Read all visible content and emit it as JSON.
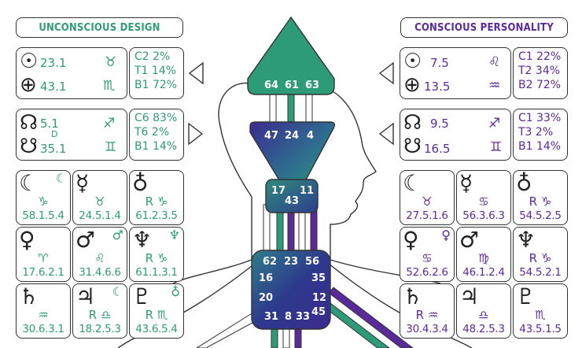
{
  "headers": {
    "design": "UNCONSCIOUS DESIGN",
    "personality": "CONSCIOUS PERSONALITY"
  },
  "design": {
    "sun": {
      "value": "23.1",
      "sign": "♉"
    },
    "earth": {
      "value": "43.1",
      "sign": "♏"
    },
    "node_n": {
      "value": "5.1",
      "sign": "♐"
    },
    "node_s": {
      "value": "35.1",
      "sign": "♊"
    },
    "node_mid": "D",
    "variables_top": [
      "C2 2%",
      "T1 14%",
      "B1 72%"
    ],
    "variables_bottom": [
      "C6 83%",
      "T6 2%",
      "B1 14%"
    ],
    "planets": [
      {
        "planet": "☾",
        "mini": "☾",
        "sign": "♑",
        "value": "58.1.5.4"
      },
      {
        "planet": "☿",
        "mini": "",
        "sign": "♉",
        "value": "24.5.1.4"
      },
      {
        "planet": "♁",
        "mini": "",
        "sign": "R ♑",
        "value": "61.2.3.5"
      },
      {
        "planet": "♀",
        "mini": "",
        "sign": "♈",
        "value": "17.6.2.1"
      },
      {
        "planet": "♂",
        "mini": "♂",
        "sign": "♌",
        "value": "31.4.6.6"
      },
      {
        "planet": "♆",
        "mini": "♆",
        "sign": "R ♑",
        "value": "61.1.3.1"
      },
      {
        "planet": "♄",
        "mini": "",
        "sign": "♒",
        "value": "30.6.3.1"
      },
      {
        "planet": "♃",
        "mini": "☾",
        "sign": "R ♎",
        "value": "18.2.5.3"
      },
      {
        "planet": "♇",
        "mini": "♁",
        "sign": "R ♏",
        "value": "43.6.5.4"
      }
    ]
  },
  "personality": {
    "sun": {
      "value": "7.5",
      "sign": "♌"
    },
    "earth": {
      "value": "13.5",
      "sign": "♒"
    },
    "node_n": {
      "value": "9.5",
      "sign": "♐"
    },
    "node_s": {
      "value": "16.5",
      "sign": "♊"
    },
    "variables_top": [
      "C1 22%",
      "T2 34%",
      "B2 72%"
    ],
    "variables_bottom": [
      "C1 33%",
      "T3 2%",
      "B1 14%"
    ],
    "planets": [
      {
        "planet": "☾",
        "mini": "",
        "sign": "♉",
        "value": "27.5.1.6"
      },
      {
        "planet": "☿",
        "mini": "",
        "sign": "♋",
        "value": "56.3.6.3"
      },
      {
        "planet": "♁",
        "mini": "",
        "sign": "R ♑",
        "value": "54.5.2.5"
      },
      {
        "planet": "♀",
        "mini": "♀",
        "sign": "♋",
        "value": "52.6.2.6"
      },
      {
        "planet": "♂",
        "mini": "",
        "sign": "♍",
        "value": "46.1.2.4"
      },
      {
        "planet": "♆",
        "mini": "",
        "sign": "R ♑",
        "value": "54.5.2.1"
      },
      {
        "planet": "♄",
        "mini": "",
        "sign": "R ♒",
        "value": "30.4.3.4"
      },
      {
        "planet": "♃",
        "mini": "",
        "sign": "♎",
        "value": "48.2.5.3"
      },
      {
        "planet": "♇",
        "mini": "",
        "sign": "♏",
        "value": "43.5.1.5"
      }
    ]
  },
  "gates": {
    "head": [
      "64",
      "61",
      "63"
    ],
    "ajna": [
      "47",
      "24",
      "4"
    ],
    "throat": [
      "17",
      "11",
      "43"
    ],
    "g": [
      "62",
      "23",
      "56",
      "16",
      "35",
      "20",
      "12",
      "31",
      "8",
      "33",
      "45"
    ]
  },
  "colors": {
    "design": "#2e9b78",
    "personality": "#5a2a9a",
    "center_dark": "#2d2a8a"
  }
}
